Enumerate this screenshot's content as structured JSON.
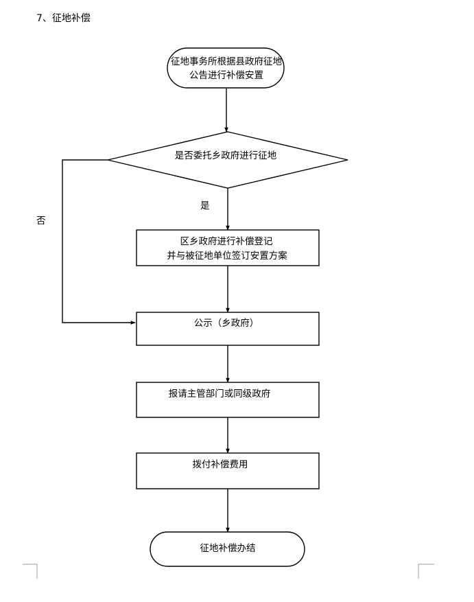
{
  "heading": "7、征地补偿",
  "nodes": {
    "start": {
      "lines": [
        "征地事务所根据县政府征地",
        "公告进行补偿安置"
      ]
    },
    "decision": {
      "lines": [
        "是否委托乡政府进行征地"
      ]
    },
    "register": {
      "lines": [
        "区乡政府进行补偿登记",
        "并与被征地单位签订安置方案"
      ]
    },
    "publicize": {
      "lines": [
        "公示（乡政府）"
      ]
    },
    "report": {
      "lines": [
        "报请主管部门或同级政府"
      ]
    },
    "pay": {
      "lines": [
        "拨付补偿费用"
      ]
    },
    "end": {
      "lines": [
        "征地补偿办结"
      ]
    }
  },
  "edge_labels": {
    "yes": "是",
    "no": "否"
  }
}
